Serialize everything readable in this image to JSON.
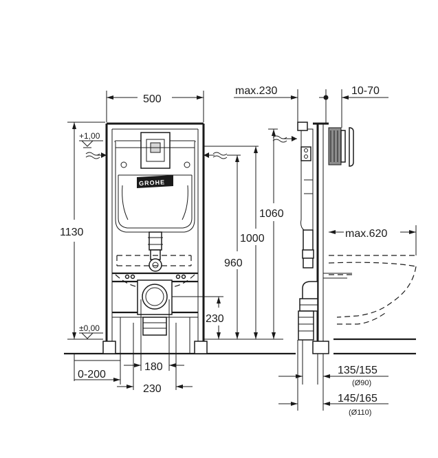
{
  "labels": {
    "width_500": "500",
    "height_1130": "1130",
    "level_plus": "+1,00",
    "level_zero": "±0,00",
    "h_1060": "1060",
    "h_1000": "1000",
    "h_960": "960",
    "h_230": "230",
    "w_180": "180",
    "w_230": "230",
    "range_0_200": "0-200",
    "max_230": "max.230",
    "range_10_70": "10-70",
    "max_620": "max.620",
    "d_135_155": "135/155",
    "dia_90": "(Ø90)",
    "d_145_165": "145/165",
    "dia_110": "(Ø110)",
    "brand": "GROHE"
  }
}
